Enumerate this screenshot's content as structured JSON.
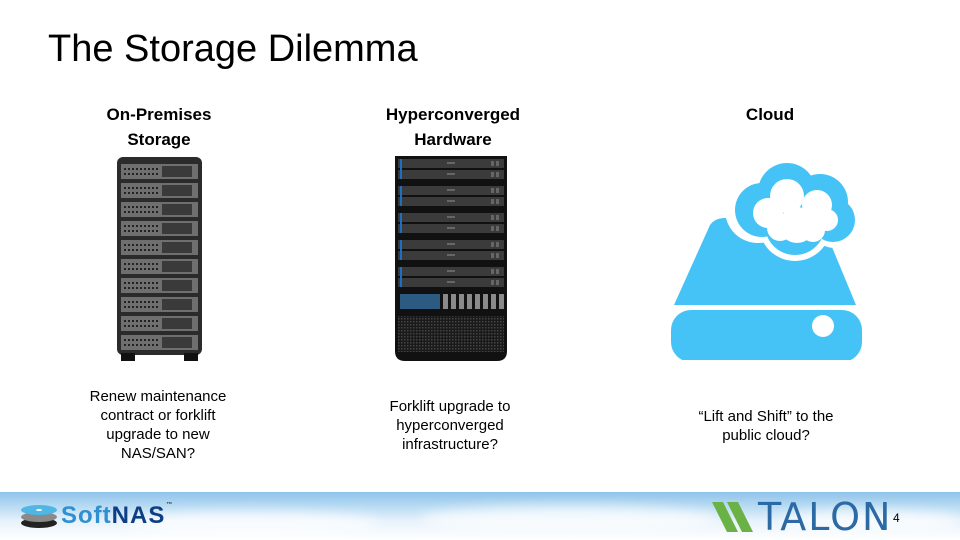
{
  "slide": {
    "title": "The Storage Dilemma",
    "page_number": "4"
  },
  "columns": [
    {
      "heading_line1": "On-Premises",
      "heading_line2": "Storage",
      "icon": "server-rack-icon",
      "description_lines": [
        "Renew maintenance",
        "contract or forklift",
        "upgrade to new",
        "NAS/SAN?"
      ]
    },
    {
      "heading_line1": "Hyperconverged",
      "heading_line2": "Hardware",
      "icon": "hyperconverged-rack-icon",
      "description_lines": [
        "Forklift upgrade to",
        "hyperconverged",
        "infrastructure?"
      ]
    },
    {
      "heading_line1": "Cloud",
      "heading_line2": "",
      "icon": "cloud-drive-icon",
      "description_lines": [
        "“Lift and Shift” to the",
        "public cloud?"
      ]
    }
  ],
  "footer": {
    "left_logo": {
      "soft": "Soft",
      "nas": "NAS",
      "tm": "™"
    },
    "right_logo": {
      "text": "TALON"
    }
  },
  "colors": {
    "cloud_blue": "#45c3f7",
    "softnas_light": "#2f8fd0",
    "softnas_dark": "#0d3f85",
    "talon_blue": "#2c6aa6",
    "talon_green": "#6ab245",
    "rack_dark": "#2a2a2a",
    "hc_blue_accent": "#1d6fc1"
  }
}
